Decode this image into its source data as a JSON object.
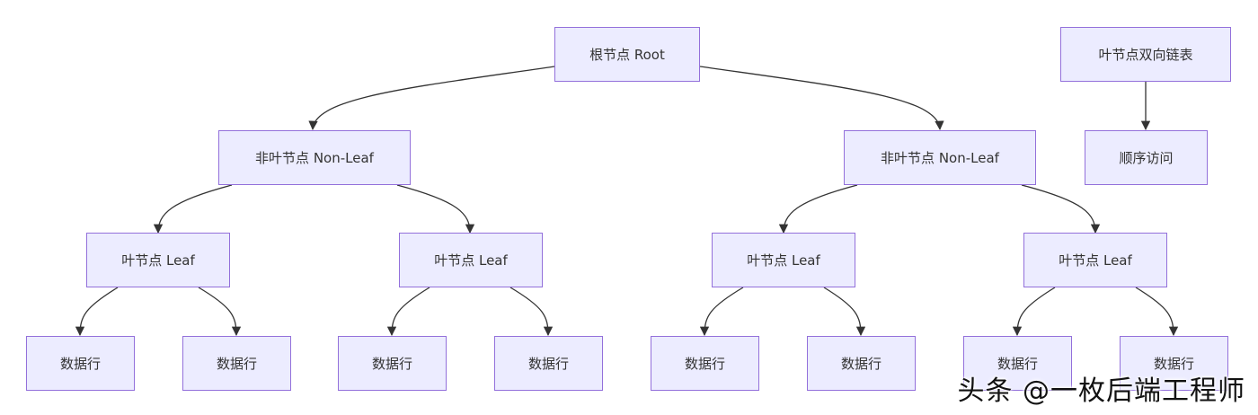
{
  "root": "根节点 Root",
  "non_leaf": [
    "非叶节点 Non-Leaf",
    "非叶节点 Non-Leaf"
  ],
  "leaves": [
    "叶节点 Leaf",
    "叶节点 Leaf",
    "叶节点 Leaf",
    "叶节点 Leaf"
  ],
  "rows": [
    "数据行",
    "数据行",
    "数据行",
    "数据行",
    "数据行",
    "数据行",
    "数据行",
    "数据行"
  ],
  "side": {
    "top": "叶节点双向链表",
    "bottom": "顺序访问"
  },
  "watermark": "头条 @一枚后端工程师",
  "colors": {
    "node_fill": "#ececff",
    "node_border": "#9370db",
    "edge": "#333333"
  }
}
